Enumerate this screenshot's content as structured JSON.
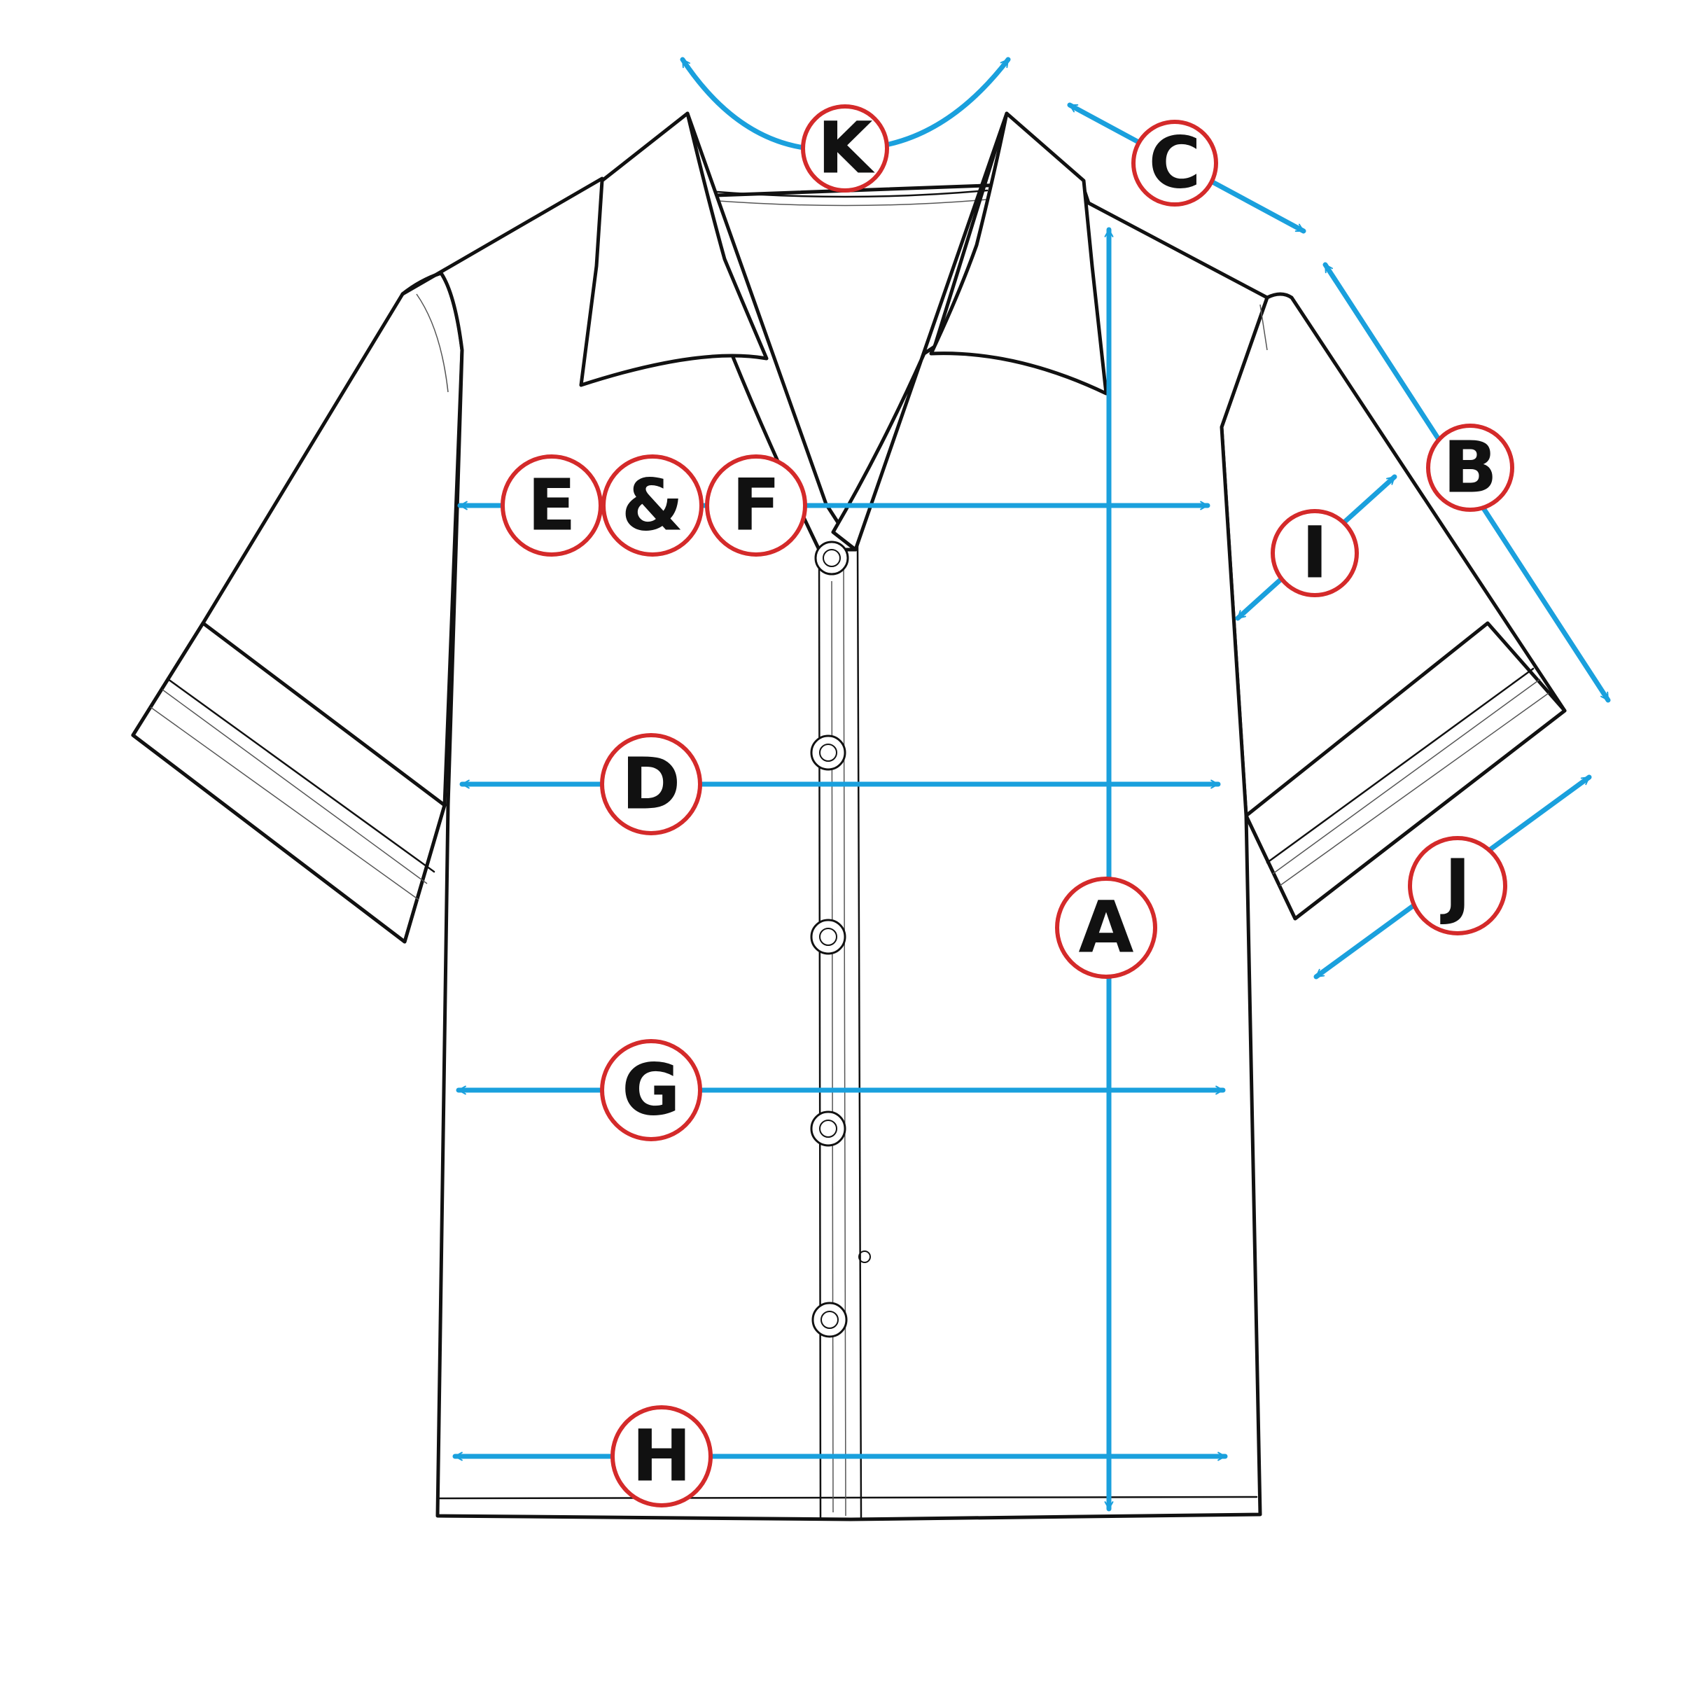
{
  "colors": {
    "arrow": "#1aa0dd",
    "badge_ring": "#d42a2a",
    "outline": "#111111"
  },
  "labels": {
    "a": "A",
    "b": "B",
    "c": "C",
    "d": "D",
    "e": "E",
    "ampersand": "&",
    "f": "F",
    "g": "G",
    "h": "H",
    "i": "I",
    "j": "J",
    "k": "K"
  }
}
